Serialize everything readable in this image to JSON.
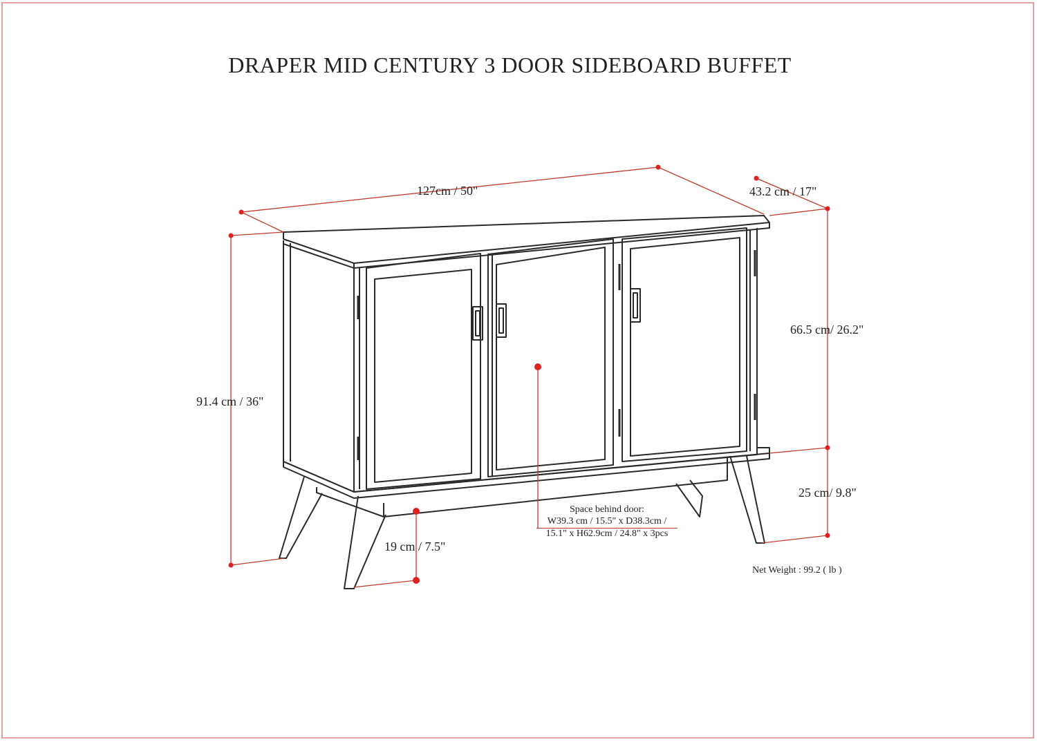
{
  "title": "DRAPER MID CENTURY 3 DOOR SIDEBOARD BUFFET",
  "dimensions": {
    "width": "127cm / 50\"",
    "depth": "43.2 cm / 17\"",
    "total_height": "91.4 cm / 36\"",
    "body_height": "66.5 cm/ 26.2\"",
    "leg_height": "25 cm/ 9.8\"",
    "clearance": "19 cm / 7.5\""
  },
  "space_behind_door": {
    "heading": "Space behind door:",
    "line1": "W39.3 cm / 15.5\" x D38.3cm /",
    "line2": "15.1\" x H62.9cm / 24.8\" x 3pcs"
  },
  "net_weight": "Net Weight : 99.2 ( lb )",
  "colors": {
    "dimension_line": "#c0392b",
    "dimension_dot": "#e02020",
    "furniture_line": "#2a2a2a",
    "frame_border": "#e3a1a1"
  }
}
